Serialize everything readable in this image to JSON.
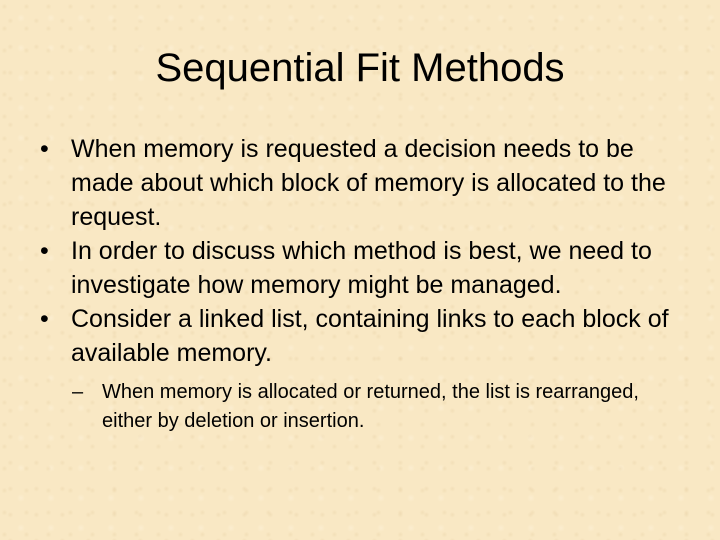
{
  "slide": {
    "title": "Sequential Fit Methods",
    "bullet_marker": "•",
    "sub_marker": "–",
    "bullets": [
      {
        "text": "When memory is requested a decision needs to be made about which block of memory is allocated to the request."
      },
      {
        "text": "In order to discuss which method is best, we need to investigate how memory might be managed."
      },
      {
        "text": "Consider a linked list, containing links to each block of available memory."
      }
    ],
    "sub_bullets": [
      {
        "text": "When memory is allocated or returned, the list is rearranged, either by deletion or insertion."
      }
    ]
  }
}
